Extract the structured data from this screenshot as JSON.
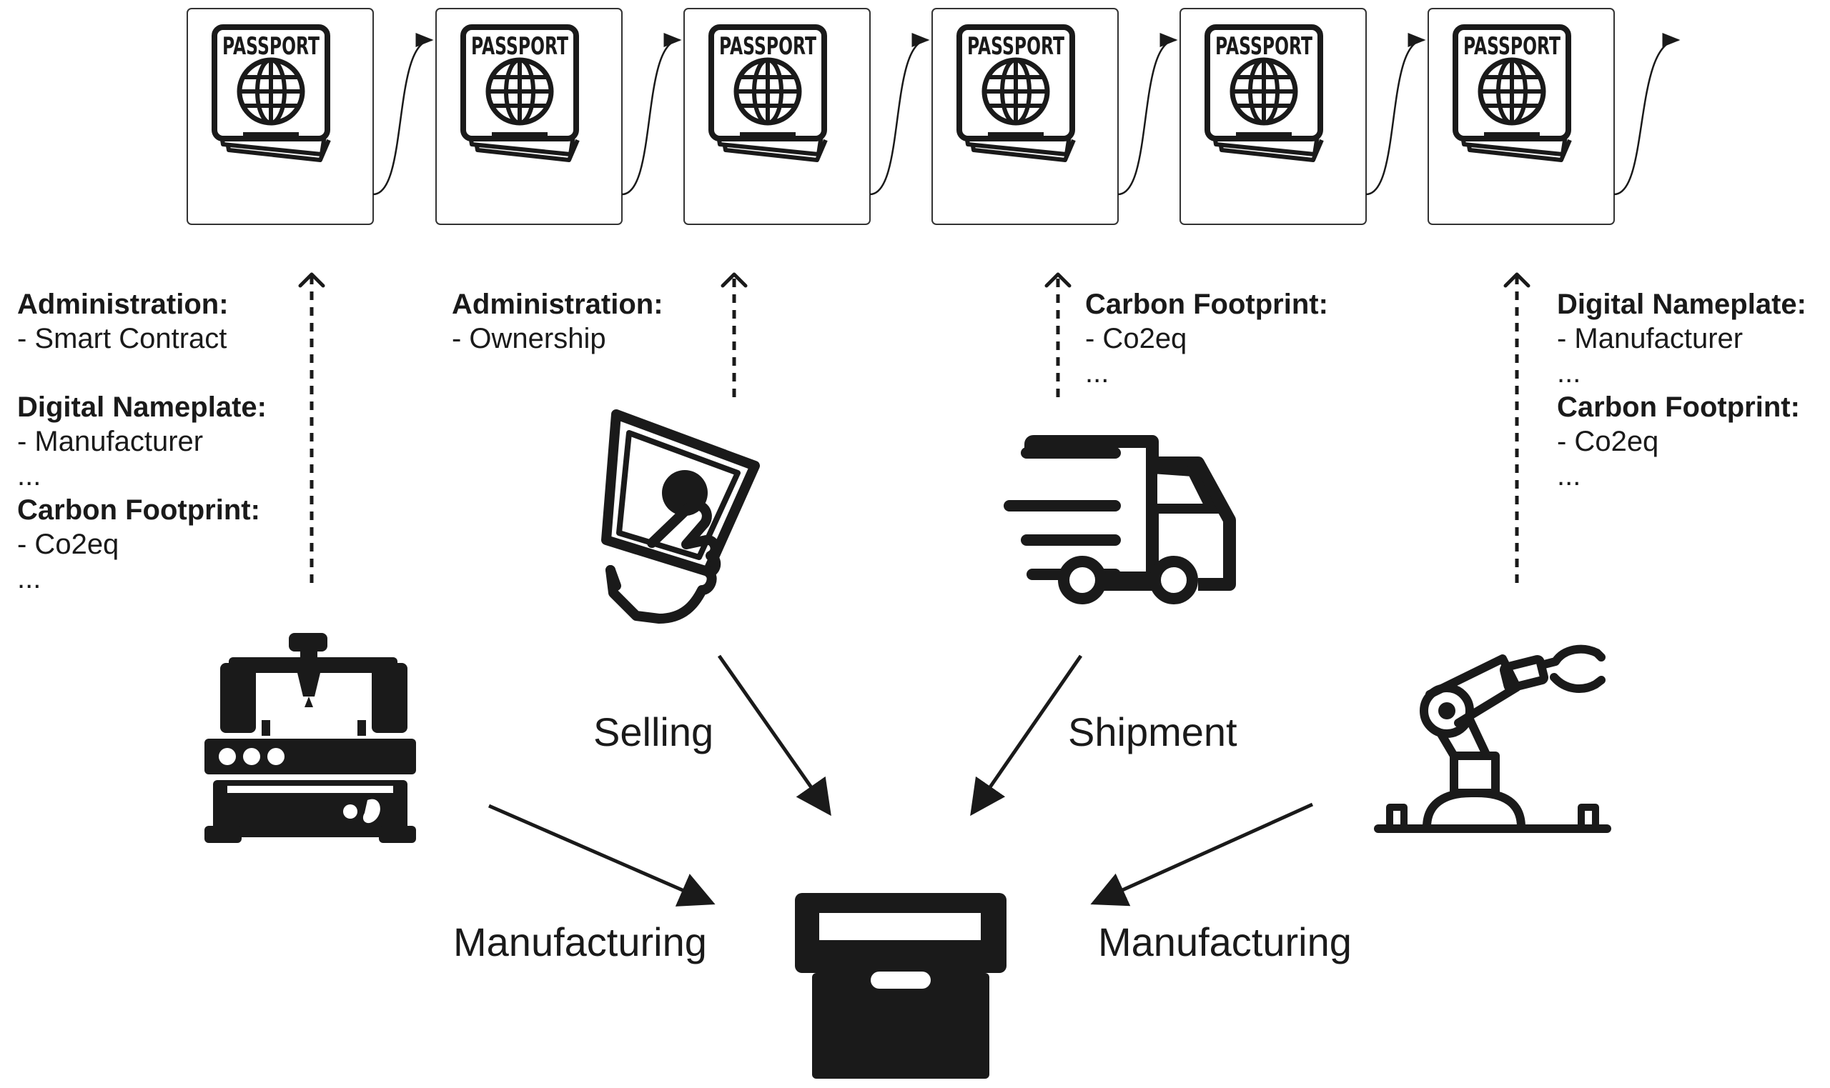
{
  "passport_chain": {
    "passports": [
      {
        "label": "PASSPORT"
      },
      {
        "label": "PASSPORT"
      },
      {
        "label": "PASSPORT"
      },
      {
        "label": "PASSPORT"
      },
      {
        "label": "PASSPORT"
      },
      {
        "label": "PASSPORT"
      }
    ]
  },
  "notes": {
    "machine": {
      "admin_heading": "Administration:",
      "admin_item": "- Smart Contract",
      "nameplate_heading": "Digital Nameplate:",
      "nameplate_item": "- Manufacturer",
      "nameplate_more": "...",
      "carbon_heading": "Carbon Footprint:",
      "carbon_item": "- Co2eq",
      "carbon_more": "..."
    },
    "selling": {
      "admin_heading": "Administration:",
      "admin_item": "- Ownership"
    },
    "shipment": {
      "carbon_heading": "Carbon Footprint:",
      "carbon_item": "- Co2eq",
      "carbon_more": "..."
    },
    "robot": {
      "nameplate_heading": "Digital Nameplate:",
      "nameplate_item": "- Manufacturer",
      "nameplate_more": "...",
      "carbon_heading": "Carbon Footprint:",
      "carbon_item": "- Co2eq",
      "carbon_more": "..."
    }
  },
  "processes": {
    "selling": "Selling",
    "shipment": "Shipment",
    "manufacturing_left": "Manufacturing",
    "manufacturing_right": "Manufacturing"
  },
  "icons": {
    "passport": "passport-icon",
    "cnc_machine": "cnc-machine-icon",
    "payment": "hand-money-icon",
    "truck": "delivery-truck-icon",
    "robot_arm": "robot-arm-icon",
    "product": "product-box-icon"
  },
  "colors": {
    "ink": "#1a1a1a",
    "box_border": "#333333",
    "background": "#ffffff"
  }
}
